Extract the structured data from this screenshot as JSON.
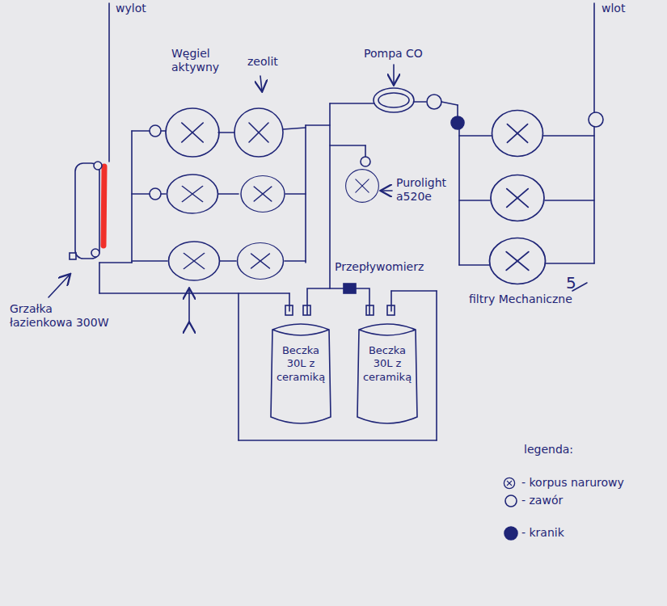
{
  "diagram": {
    "nodes": [
      {
        "text": [
          "Beczka 30L z ceramiką"
        ]
      },
      {
        "text": [
          "Beczka 30L z ceramiką"
        ]
      }
    ],
    "edges": [
      {
        "from": 0,
        "to": 1,
        "arrow": "none"
      }
    ],
    "labels": [
      "wylot",
      "wlot",
      "Węgiel aktywny",
      "zeolit",
      "Pompa CO",
      "Purolight a520e",
      "Przepływomierz",
      "Grzałka łazienkowa 300W",
      "filtry Mechaniczne",
      "5",
      "legenda:"
    ],
    "legend": [
      {
        "text": "- korpus narurowy"
      },
      {
        "text": "- zawór"
      },
      {
        "text": "- kranik"
      }
    ]
  }
}
